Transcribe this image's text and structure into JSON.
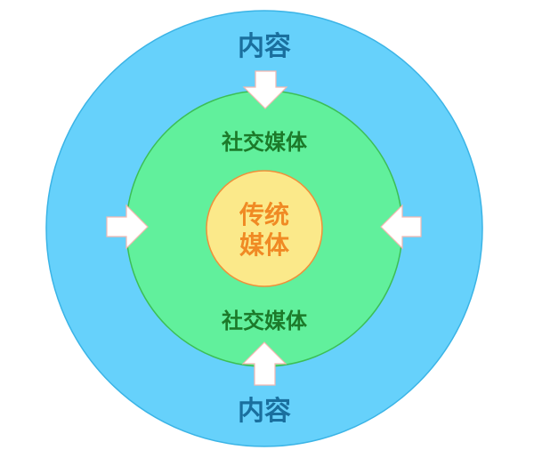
{
  "diagram": {
    "outer_label_top": "内容",
    "outer_label_bottom": "内容",
    "middle_label_top": "社交媒体",
    "middle_label_bottom": "社交媒体",
    "inner_label_line1": "传统",
    "inner_label_line2": "媒体"
  },
  "colors": {
    "outer": "#66d1fb",
    "outer_stroke": "#3bb4e6",
    "middle": "#61f09c",
    "middle_stroke": "#3cbf55",
    "inner": "#fbe98a",
    "inner_stroke": "#f0903a",
    "arrow": "#ffffff",
    "arrow_stroke": "#f4b8b0"
  }
}
